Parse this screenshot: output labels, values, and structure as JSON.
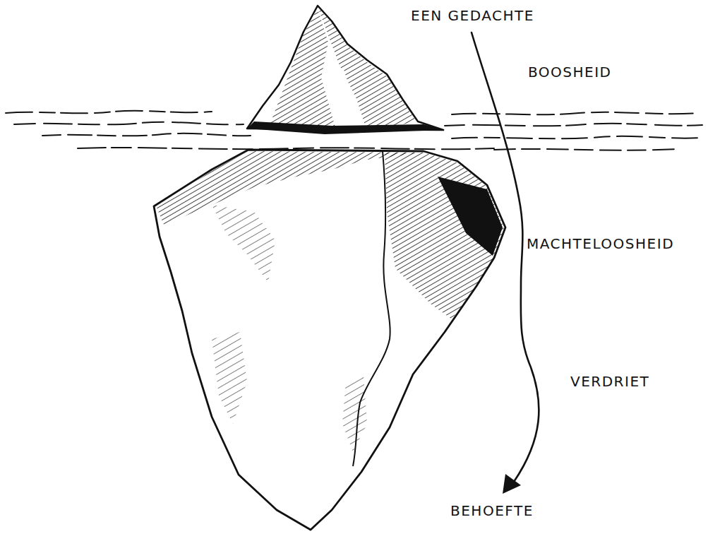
{
  "diagram": {
    "labels": [
      "EEN GEDACHTE",
      "BOOSHEID",
      "MACHTELOOSHEID",
      "VERDRIET",
      "BEHOEFTE"
    ]
  }
}
